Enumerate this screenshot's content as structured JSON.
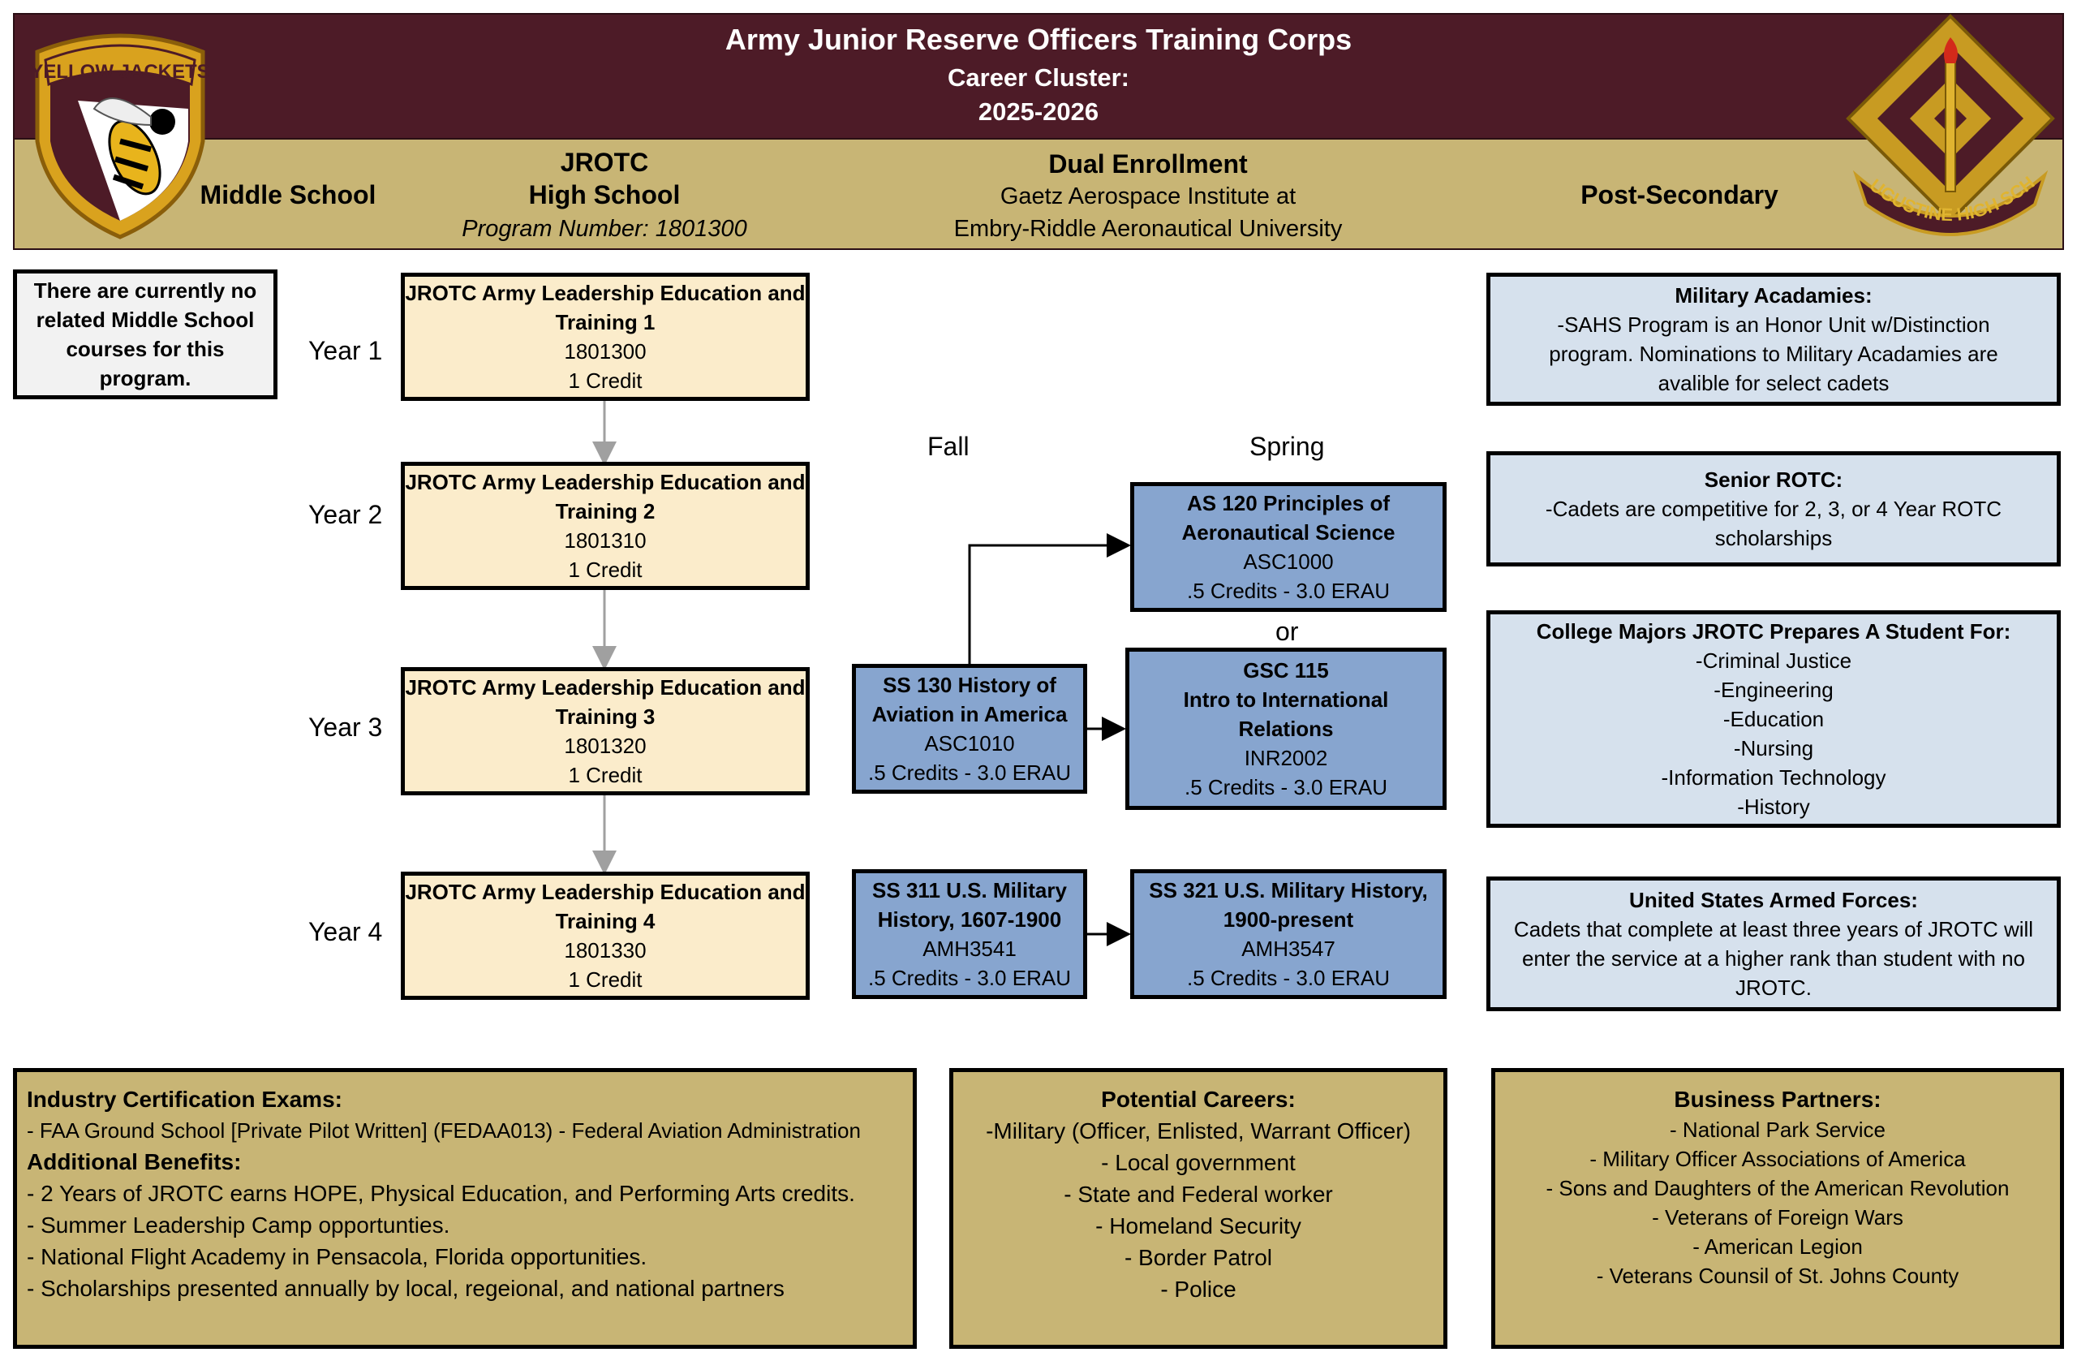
{
  "header": {
    "title": "Army Junior Reserve Officers Training Corps",
    "subtitle": "Career Cluster:",
    "year": "2025-2026",
    "left_logo": {
      "text": "YELLOW JACKETS",
      "icon": "yellow-jacket-shield"
    },
    "right_logo": {
      "text": "ST. AUGUSTINE HIGH SCHOOL",
      "icon": "army-crest-torch"
    },
    "colors": {
      "maroon": "#4d1b27",
      "gold": "#c8b575"
    }
  },
  "columns": {
    "middle_school": "Middle School",
    "high_school_line1": "JROTC",
    "high_school_line2": "High School",
    "high_school_program": "Program Number: 1801300",
    "dual_title": "Dual Enrollment",
    "dual_line1": "Gaetz Aerospace Institute at",
    "dual_line2": "Embry-Riddle Aeronautical University",
    "post_secondary": "Post-Secondary"
  },
  "middle_school_note": [
    "There are currently no",
    "related Middle School",
    "courses for this",
    "program."
  ],
  "years": [
    "Year 1",
    "Year 2",
    "Year 3",
    "Year 4"
  ],
  "high_school_courses": [
    {
      "title1": "JROTC Army Leadership Education and",
      "title2": "Training 1",
      "code": "1801300",
      "credit": "1 Credit"
    },
    {
      "title1": "JROTC Army Leadership Education and",
      "title2": "Training 2",
      "code": "1801310",
      "credit": "1 Credit"
    },
    {
      "title1": "JROTC Army Leadership Education and",
      "title2": "Training 3",
      "code": "1801320",
      "credit": "1 Credit"
    },
    {
      "title1": "JROTC Army Leadership Education and",
      "title2": "Training 4",
      "code": "1801330",
      "credit": "1 Credit"
    }
  ],
  "semester_labels": {
    "fall": "Fall",
    "spring": "Spring",
    "or": "or"
  },
  "dual_courses": {
    "ss130": {
      "t1": "SS 130 History of",
      "t2": "Aviation in America",
      "code": "ASC1010",
      "credit": ".5 Credits - 3.0 ERAU"
    },
    "as120": {
      "t1": "AS 120 Principles of",
      "t2": "Aeronautical Science",
      "code": "ASC1000",
      "credit": ".5 Credits - 3.0 ERAU"
    },
    "gsc115": {
      "t1": "GSC 115",
      "t2": "Intro to International",
      "t3": "Relations",
      "code": "INR2002",
      "credit": ".5 Credits - 3.0 ERAU"
    },
    "ss311": {
      "t1": "SS 311 U.S. Military",
      "t2": "History, 1607-1900",
      "code": "AMH3541",
      "credit": ".5 Credits - 3.0 ERAU"
    },
    "ss321": {
      "t1": "SS 321 U.S. Military History,",
      "t2": "1900-present",
      "code": "AMH3547",
      "credit": ".5 Credits - 3.0 ERAU"
    }
  },
  "post_secondary": {
    "academies": {
      "title": "Military Acadamies:",
      "lines": [
        "-SAHS Program is an Honor Unit w/Distinction",
        "program.  Nominations to Military Acadamies are",
        "avalible for select cadets"
      ]
    },
    "rotc": {
      "title": "Senior ROTC:",
      "lines": [
        "-Cadets are competitive for 2, 3, or 4 Year ROTC",
        "scholarships"
      ]
    },
    "majors": {
      "title": "College Majors JROTC Prepares A Student For:",
      "lines": [
        "-Criminal Justice",
        "-Engineering",
        "-Education",
        "-Nursing",
        "-Information Technology",
        "-History"
      ]
    },
    "armed": {
      "title": "United States Armed Forces:",
      "lines": [
        "Cadets that complete at least three years of JROTC will",
        "enter the service at a higher rank than student with no",
        "JROTC."
      ]
    }
  },
  "bottom": {
    "certs": {
      "title": "Industry Certification Exams:",
      "cert_line": "- FAA Ground School [Private Pilot Written] (FEDAA013) - Federal Aviation Administration",
      "benefits_title": "Additional Benefits:",
      "benefits": [
        "- 2 Years of JROTC earns HOPE, Physical Education, and Performing Arts credits.",
        "- Summer Leadership Camp opportunties.",
        "- National Flight Academy in Pensacola, Florida opportunities.",
        "- Scholarships presented annually by local, regeional, and national partners"
      ]
    },
    "careers": {
      "title": "Potential Careers:",
      "lines": [
        "-Military (Officer, Enlisted, Warrant Officer)",
        "- Local government",
        "- State and Federal worker",
        "- Homeland Security",
        "- Border Patrol",
        "- Police"
      ]
    },
    "partners": {
      "title": "Business Partners:",
      "lines": [
        "- National Park Service",
        "- Military Officer Associations of America",
        "- Sons and Daughters of the American Revolution",
        "- Veterans of Foreign Wars",
        "- American Legion",
        "- Veterans Counsil of St. Johns County"
      ]
    }
  }
}
